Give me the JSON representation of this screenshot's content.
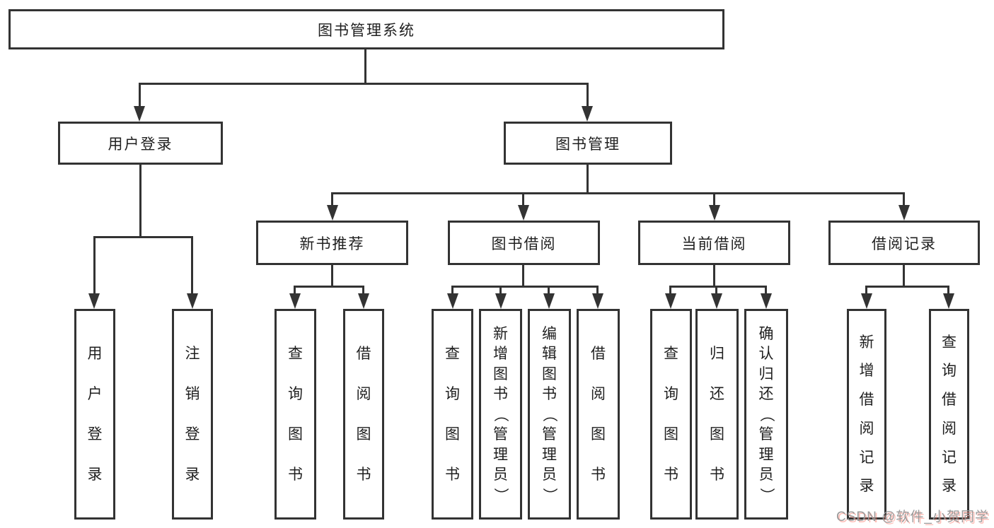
{
  "diagram": {
    "title": "图书管理系统",
    "root": {
      "label": "图书管理系统",
      "children": [
        {
          "label": "用户登录",
          "children": [
            {
              "label": "用户登录"
            },
            {
              "label": "注销登录"
            }
          ]
        },
        {
          "label": "图书管理",
          "children": [
            {
              "label": "新书推荐",
              "children": [
                {
                  "label": "查询图书"
                },
                {
                  "label": "借阅图书"
                }
              ]
            },
            {
              "label": "图书借阅",
              "children": [
                {
                  "label": "查询图书"
                },
                {
                  "label": "新增图书（管理员）"
                },
                {
                  "label": "编辑图书（管理员）"
                },
                {
                  "label": "借阅图书"
                }
              ]
            },
            {
              "label": "当前借阅",
              "children": [
                {
                  "label": "查询图书"
                },
                {
                  "label": "归还图书"
                },
                {
                  "label": "确认归还（管理员）"
                }
              ]
            },
            {
              "label": "借阅记录",
              "children": [
                {
                  "label": "新增借阅记录"
                },
                {
                  "label": "查询借阅记录"
                }
              ]
            }
          ]
        }
      ]
    },
    "colors": {
      "line": "#333333",
      "text": "#1f1f1f",
      "background": "#ffffff",
      "watermark_gray": "#9b9b9b",
      "watermark_accent": "#fa6e5f"
    },
    "watermark": "CSDN @软件_小贺同学"
  }
}
